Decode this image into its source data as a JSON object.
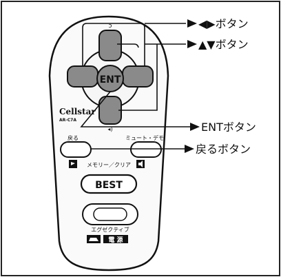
{
  "callouts": {
    "lr_button": "◀▶ボタン",
    "ud_button": "▲▼ボタン",
    "ent_button": "ENTボタン",
    "back_button": "戻るボタン"
  },
  "remote": {
    "ent_label": "ENT",
    "brand": "Cellstar",
    "model": "AR-C7A",
    "back_label": "戻る",
    "mute_demo_label": "ミュート・デモ",
    "memory_clear_label": "メモリー／クリア",
    "best_label": "BEST",
    "executive_label": "エグゼクティブ",
    "power_label": "電 源"
  }
}
